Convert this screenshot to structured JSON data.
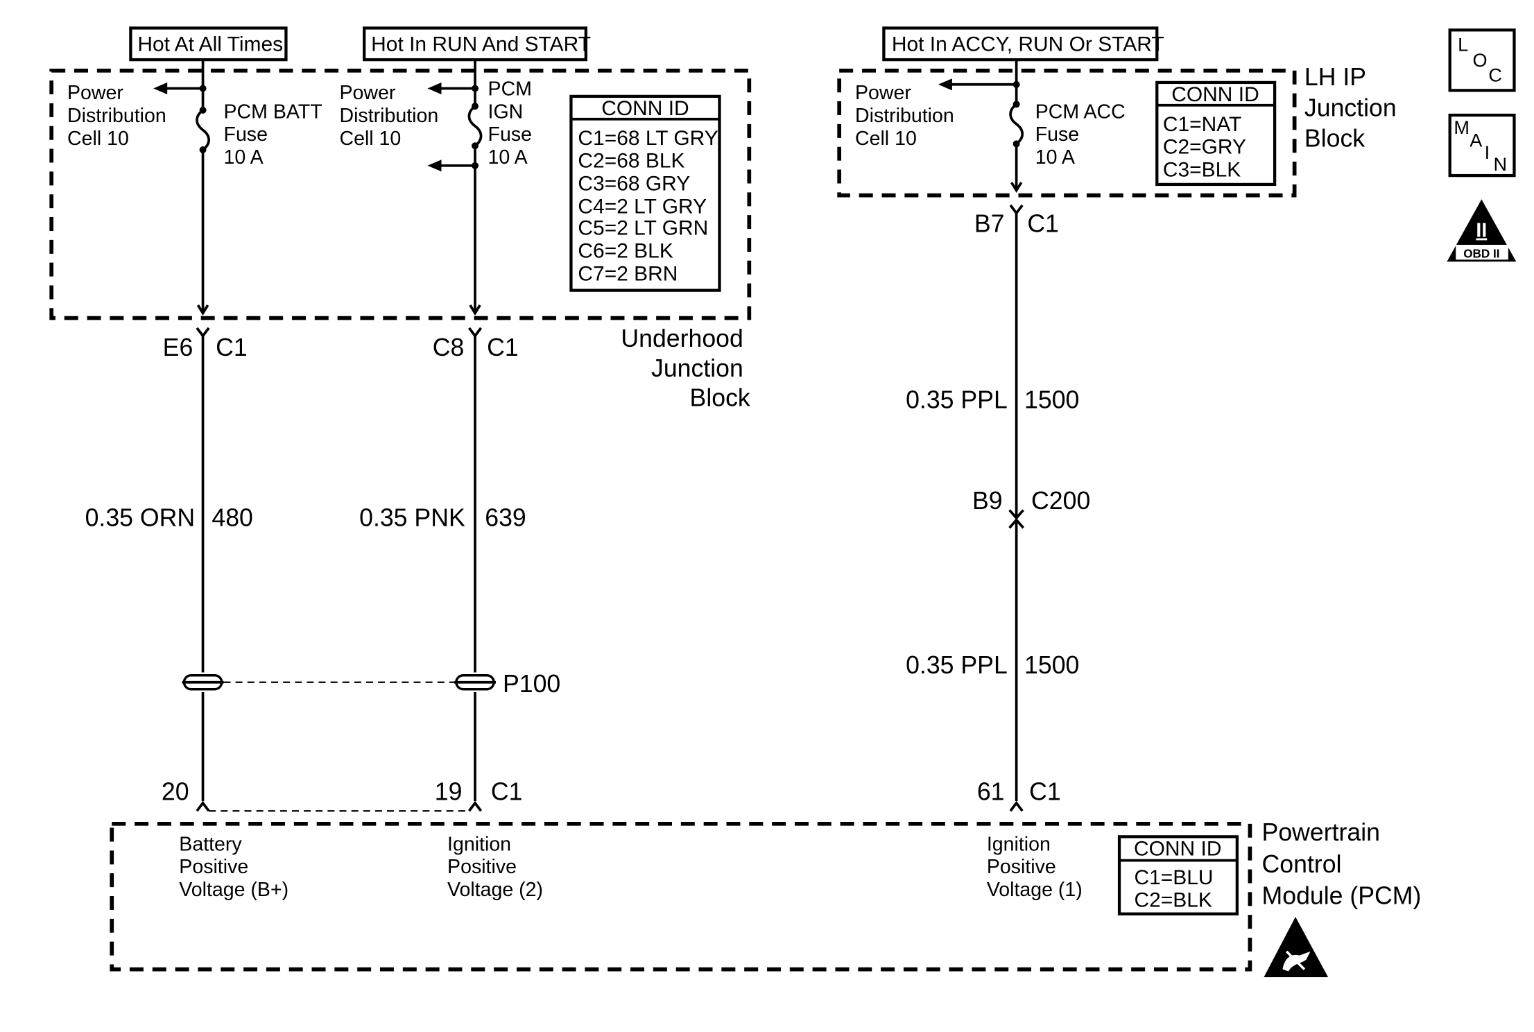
{
  "hot_labels": {
    "batt": "Hot At All Times",
    "ign": "Hot In RUN And START",
    "acc": "Hot In ACCY, RUN Or START"
  },
  "underhood_block": {
    "pdc_left": [
      "Power",
      "Distribution",
      "Cell 10"
    ],
    "fuse_batt": [
      "PCM BATT",
      "Fuse",
      "10 A"
    ],
    "pdc_mid": [
      "Power",
      "Distribution",
      "Cell 10"
    ],
    "fuse_ign": [
      "PCM",
      "IGN",
      "Fuse",
      "10 A"
    ],
    "conn_id_title": "CONN ID",
    "conn_ids": [
      "C1=68 LT GRY",
      "C2=68 BLK",
      "C3=68 GRY",
      "C4=2 LT GRY",
      "C5=2 LT GRN",
      "C6=2 BLK",
      "C7=2 BRN"
    ],
    "name": [
      "Underhood",
      "Junction",
      "Block"
    ]
  },
  "lh_ip_block": {
    "pdc": [
      "Power",
      "Distribution",
      "Cell 10"
    ],
    "fuse_acc": [
      "PCM ACC",
      "Fuse",
      "10 A"
    ],
    "conn_id_title": "CONN ID",
    "conn_ids": [
      "C1=NAT",
      "C2=GRY",
      "C3=BLK"
    ],
    "name": [
      "LH IP",
      "Junction",
      "Block"
    ]
  },
  "connectors": {
    "e6_pin": "E6",
    "e6_conn": "C1",
    "c8_pin": "C8",
    "c8_conn": "C1",
    "b7_pin": "B7",
    "b7_conn": "C1",
    "b9_pin": "B9",
    "b9_conn": "C200"
  },
  "wires": {
    "w1_gauge": "0.35 ORN",
    "w1_circuit": "480",
    "w2_gauge": "0.35 PNK",
    "w2_circuit": "639",
    "w3a_gauge": "0.35 PPL",
    "w3a_circuit": "1500",
    "w3b_gauge": "0.35 PPL",
    "w3b_circuit": "1500"
  },
  "splice": "P100",
  "pcm_pins": {
    "p20": "20",
    "p19": "19",
    "p19_conn": "C1",
    "p61": "61",
    "p61_conn": "C1"
  },
  "pcm": {
    "input_batt": [
      "Battery",
      "Positive",
      "Voltage (B+)"
    ],
    "input_ign2": [
      "Ignition",
      "Positive",
      "Voltage (2)"
    ],
    "input_ign1": [
      "Ignition",
      "Positive",
      "Voltage (1)"
    ],
    "conn_id_title": "CONN ID",
    "conn_ids": [
      "C1=BLU",
      "C2=BLK"
    ],
    "name": [
      "Powertrain",
      "Control",
      "Module (PCM)"
    ]
  },
  "icons": {
    "loc": [
      "L",
      "O",
      "C"
    ],
    "main": [
      "M",
      "A",
      "I",
      "N"
    ],
    "obd_top": "II",
    "obd_bottom": "OBD II",
    "esd": "esd-warning-icon"
  }
}
